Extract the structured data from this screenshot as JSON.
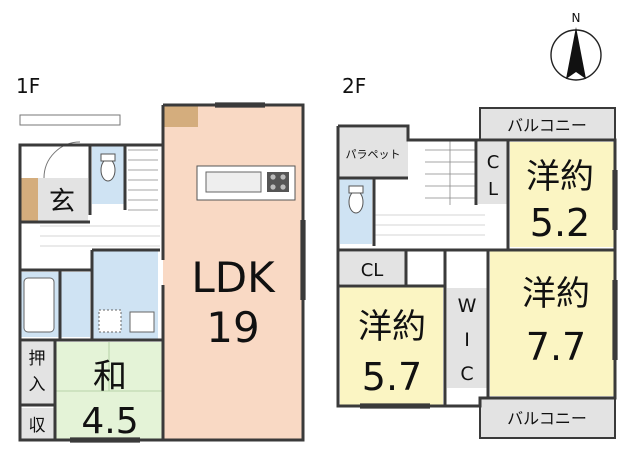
{
  "floors": {
    "first": {
      "label": "1F",
      "ldk": {
        "name": "LDK",
        "size": "19"
      },
      "washitsu": {
        "name": "和",
        "size": "4.5"
      },
      "genkan": "玄",
      "oshiire": [
        "押",
        "入"
      ],
      "shuno": "収"
    },
    "second": {
      "label": "2F",
      "parapet": "パラペット",
      "balcony_top": "バルコニー",
      "balcony_bottom": "バルコニー",
      "closet_top": [
        "C",
        "L"
      ],
      "closet_left": "CL",
      "wic": [
        "W",
        "I",
        "C"
      ],
      "room_a": {
        "name": "洋約",
        "size": "5.2"
      },
      "room_b": {
        "name": "洋約",
        "size": "7.7"
      },
      "room_c": {
        "name": "洋約",
        "size": "5.7"
      }
    }
  },
  "compass": {
    "label": "N"
  },
  "colors": {
    "ldk": "#f9d9c4",
    "washitsu": "#e4f3d7",
    "western": "#fbf5c3",
    "wet": "#cfe3f3",
    "grey": "#e3e3e3",
    "wood": "#d4ad7d",
    "wall": "#3a3a3a"
  }
}
